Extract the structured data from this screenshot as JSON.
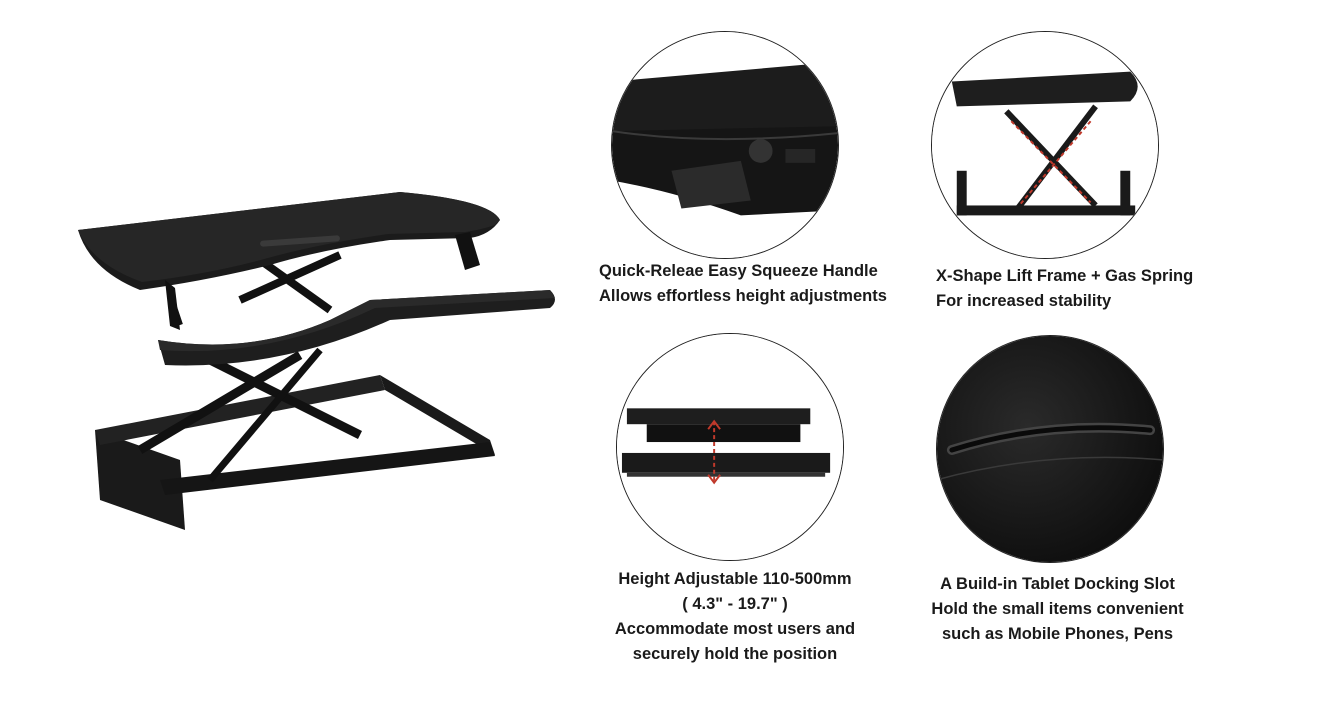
{
  "features": [
    {
      "id": "handle",
      "icon": "squeeze-handle-closeup-image",
      "lines": [
        "Quick-Releae Easy Squeeze Handle",
        "Allows effortless height adjustments"
      ]
    },
    {
      "id": "frame",
      "icon": "x-frame-closeup-image",
      "lines": [
        "X-Shape Lift Frame + Gas Spring",
        "For increased stability"
      ]
    },
    {
      "id": "height",
      "icon": "height-range-closeup-image",
      "lines": [
        "Height Adjustable 110-500mm",
        "( 4.3\" - 19.7\" )",
        "Accommodate most users and",
        "securely hold the position"
      ]
    },
    {
      "id": "slot",
      "icon": "tablet-slot-closeup-image",
      "lines": [
        "A Build-in Tablet Docking Slot",
        "Hold the small items convenient",
        "such as Mobile Phones, Pens"
      ]
    }
  ],
  "colors": {
    "desk": "#1c1c1c",
    "frame": "#111111",
    "accent_red": "#c0392b"
  }
}
